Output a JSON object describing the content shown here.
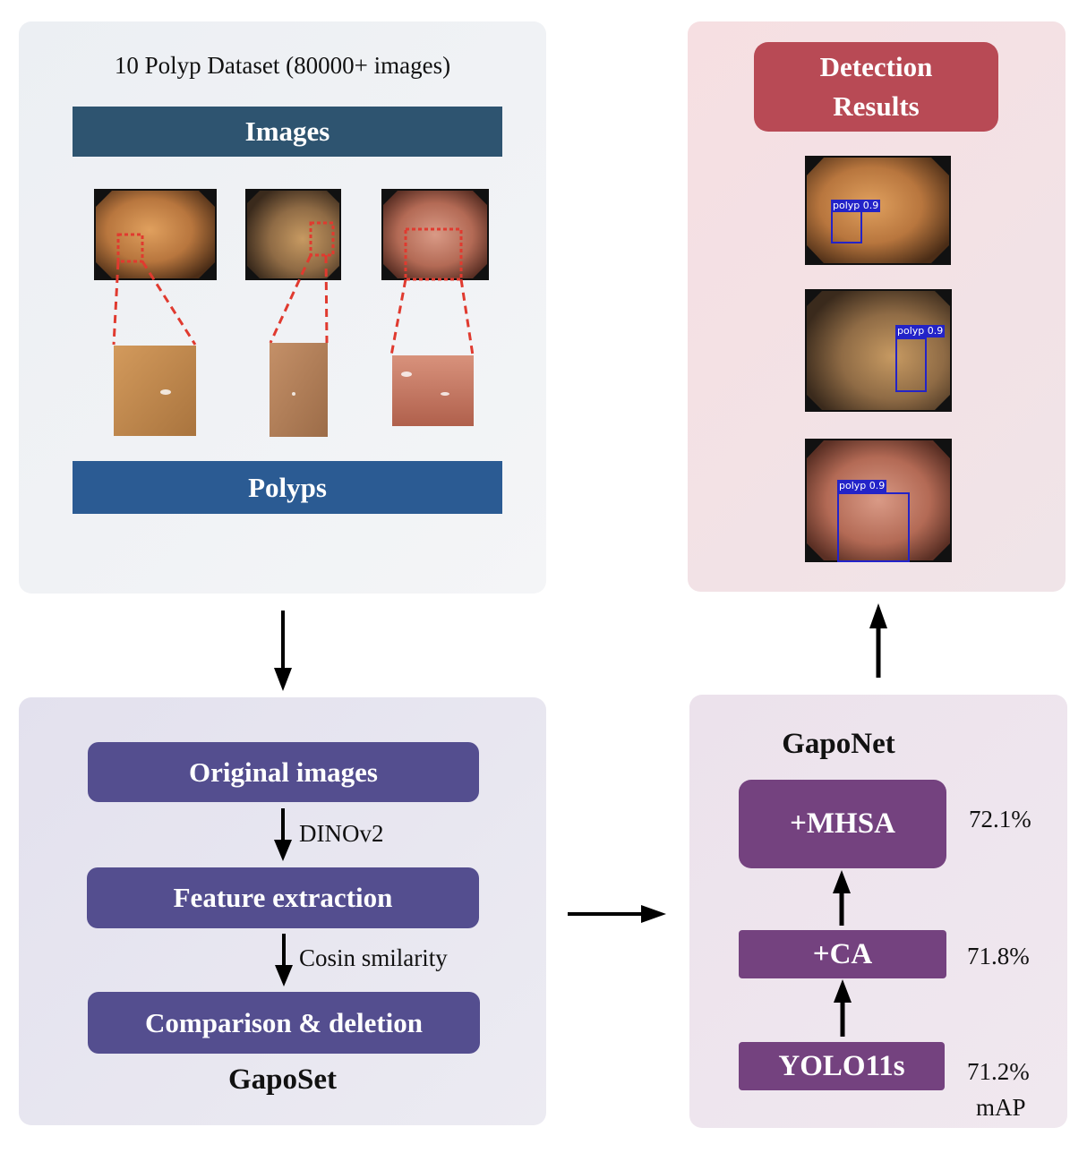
{
  "dataset": {
    "title": "10 Polyp Dataset (80000+ images)",
    "images_label": "Images",
    "polyps_label": "Polyps"
  },
  "detection": {
    "title": "Detection Results",
    "detections": [
      {
        "label": "polyp 0.9"
      },
      {
        "label": "polyp 0.9"
      },
      {
        "label": "polyp 0.9"
      }
    ]
  },
  "gaposet": {
    "steps": [
      "Original images",
      "Feature extraction",
      "Comparison & deletion"
    ],
    "transitions": [
      "DINOv2",
      "Cosin smilarity"
    ],
    "name": "GapoSet"
  },
  "gaponet": {
    "name": "GapoNet",
    "stages": [
      {
        "label": "+MHSA",
        "score": "72.1%"
      },
      {
        "label": "+CA",
        "score": "71.8%"
      },
      {
        "label": "YOLO11s",
        "score": "71.2%"
      }
    ],
    "metric": "mAP"
  },
  "colors": {
    "images_bar": "#2e5470",
    "polyps_bar": "#2b5b93",
    "detection_pill": "#b84a55",
    "gaposet_box": "#544e8f",
    "gaponet_box": "#74427f",
    "crop_box": "#e03a2f",
    "detect_box": "#2323c8"
  }
}
